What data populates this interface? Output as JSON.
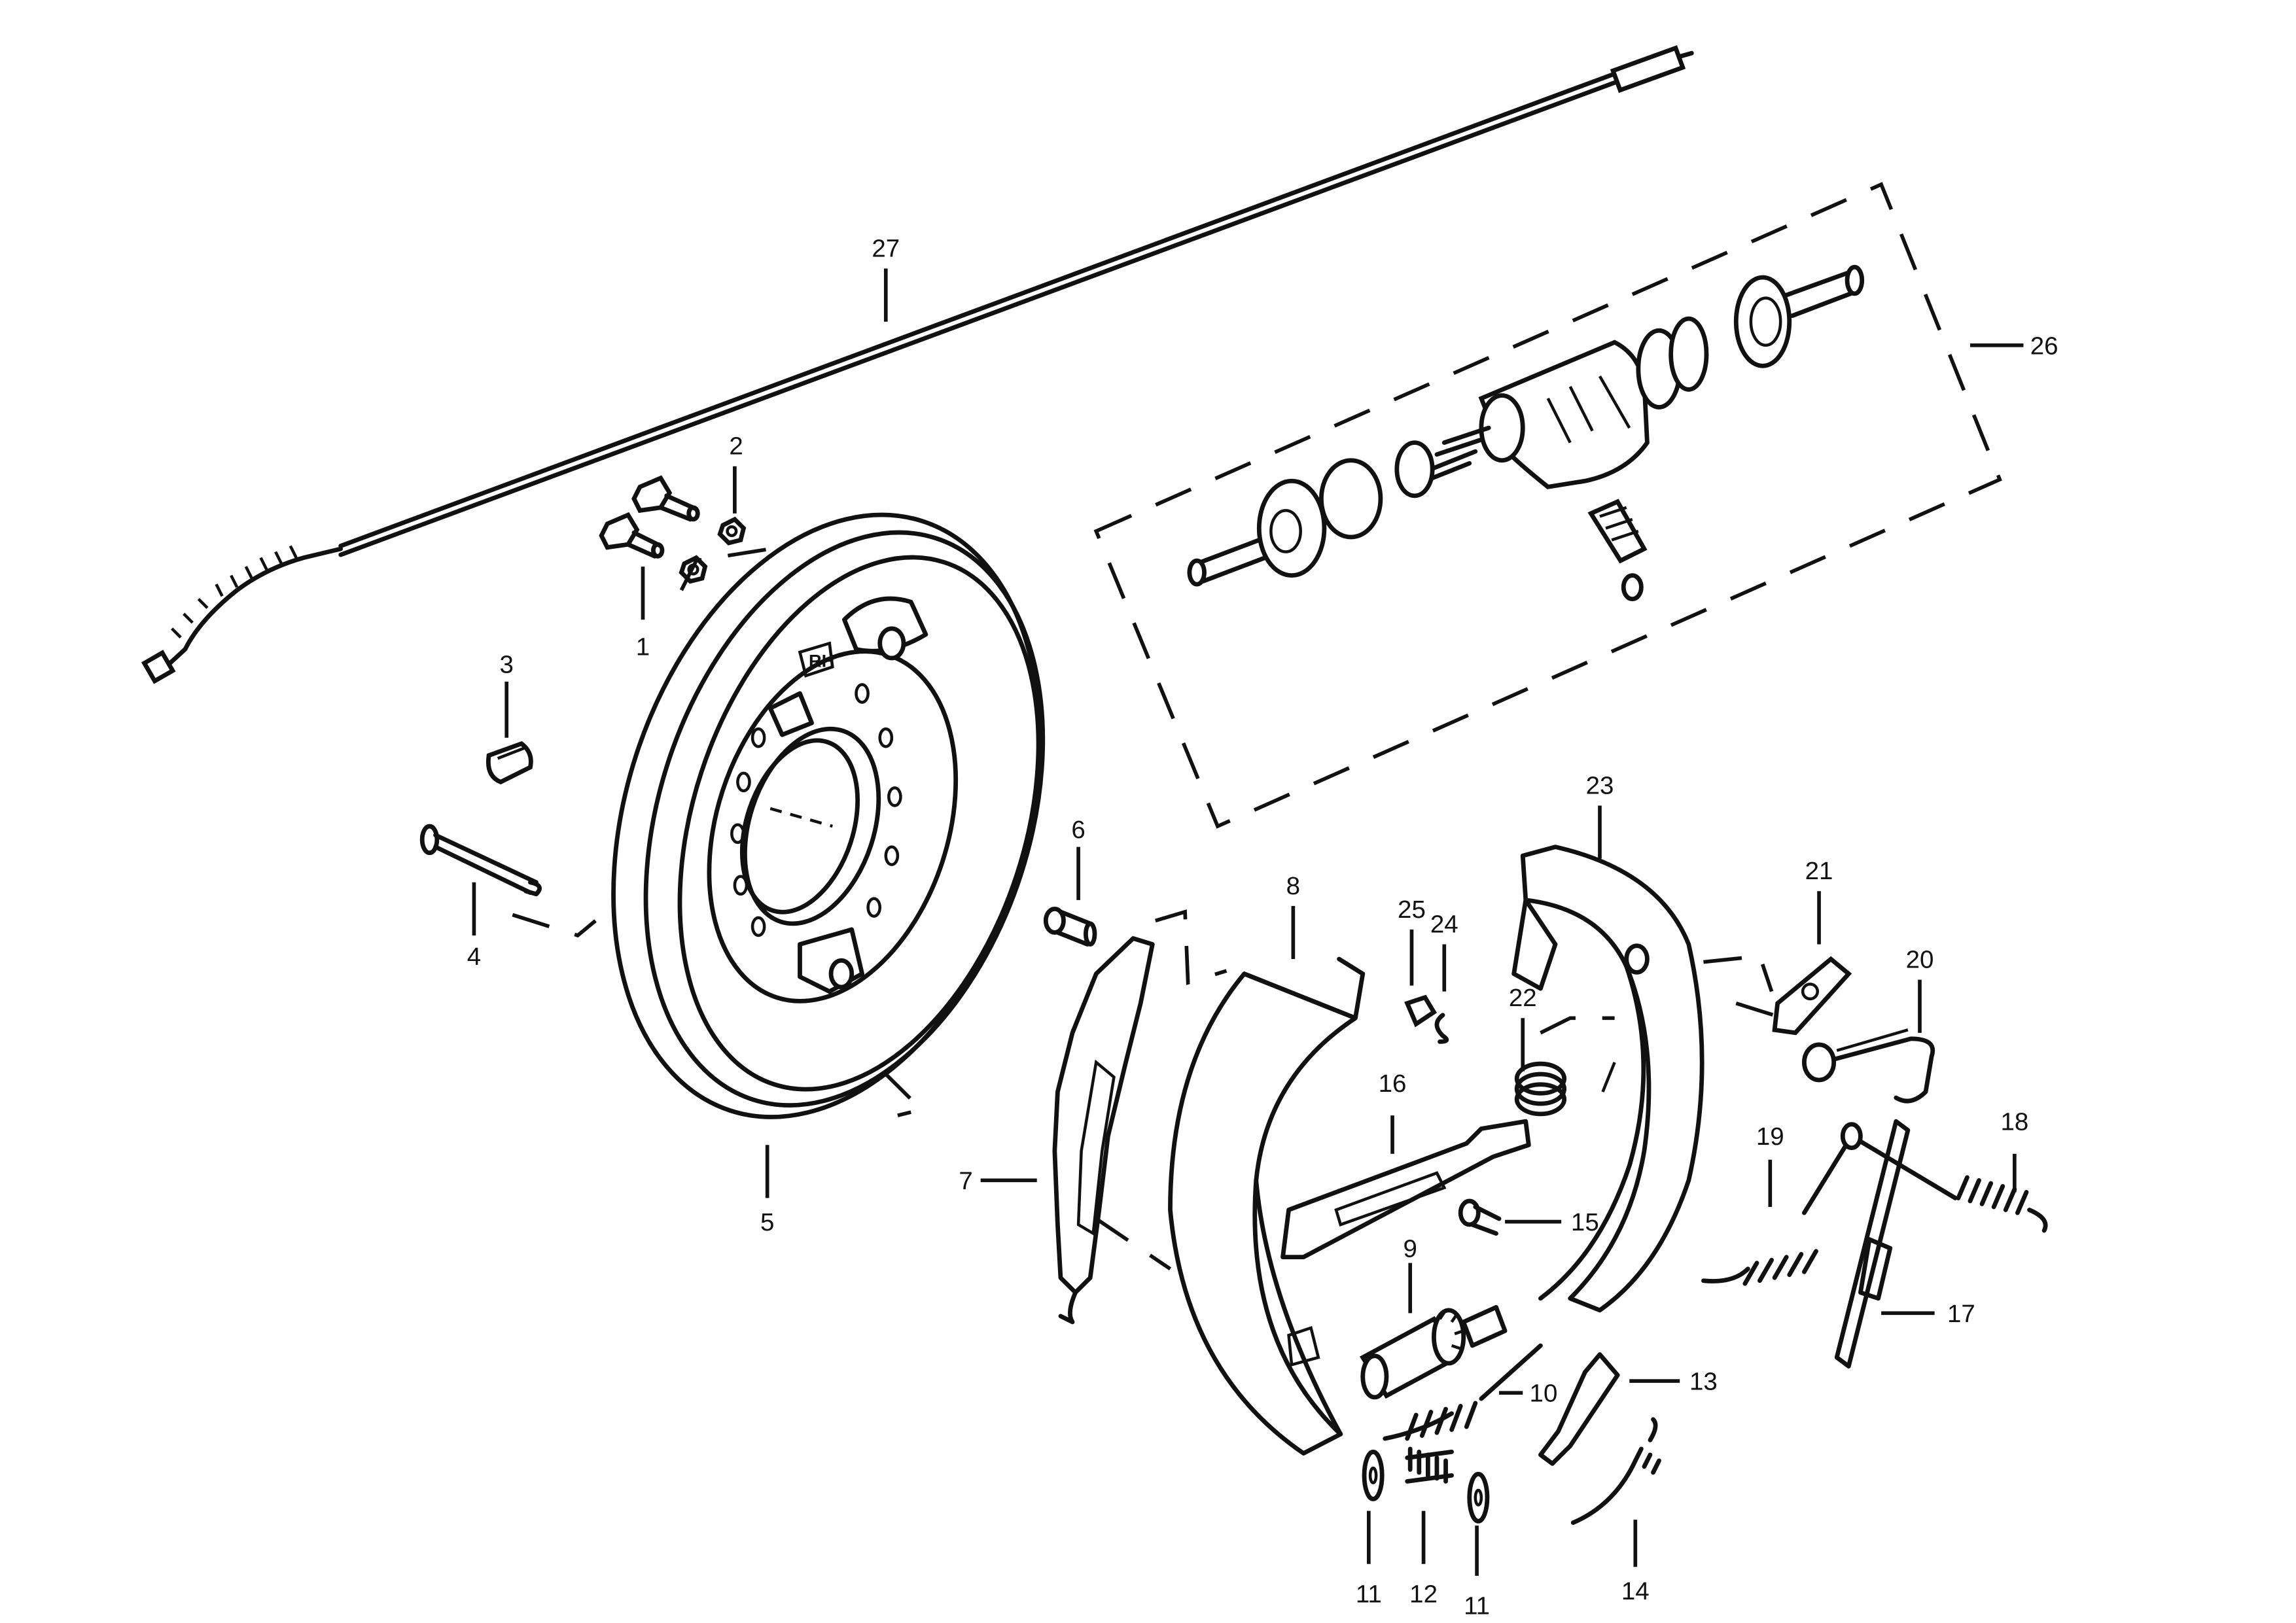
{
  "diagram": {
    "subject": "brake-assembly-exploded-view",
    "callouts": [
      {
        "id": "c1",
        "label": "1"
      },
      {
        "id": "c2",
        "label": "2"
      },
      {
        "id": "c3",
        "label": "3"
      },
      {
        "id": "c4",
        "label": "4"
      },
      {
        "id": "c5",
        "label": "5"
      },
      {
        "id": "c6",
        "label": "6"
      },
      {
        "id": "c7",
        "label": "7"
      },
      {
        "id": "c8",
        "label": "8"
      },
      {
        "id": "c9",
        "label": "9"
      },
      {
        "id": "c10",
        "label": "10"
      },
      {
        "id": "c11a",
        "label": "11"
      },
      {
        "id": "c11b",
        "label": "11"
      },
      {
        "id": "c12",
        "label": "12"
      },
      {
        "id": "c13",
        "label": "13"
      },
      {
        "id": "c14",
        "label": "14"
      },
      {
        "id": "c15",
        "label": "15"
      },
      {
        "id": "c16",
        "label": "16"
      },
      {
        "id": "c17",
        "label": "17"
      },
      {
        "id": "c18",
        "label": "18"
      },
      {
        "id": "c19",
        "label": "19"
      },
      {
        "id": "c20",
        "label": "20"
      },
      {
        "id": "c21",
        "label": "21"
      },
      {
        "id": "c22",
        "label": "22"
      },
      {
        "id": "c23",
        "label": "23"
      },
      {
        "id": "c24",
        "label": "24"
      },
      {
        "id": "c25",
        "label": "25"
      },
      {
        "id": "c26",
        "label": "26"
      },
      {
        "id": "c27",
        "label": "27"
      }
    ],
    "backing_plate_mark": "RH"
  }
}
